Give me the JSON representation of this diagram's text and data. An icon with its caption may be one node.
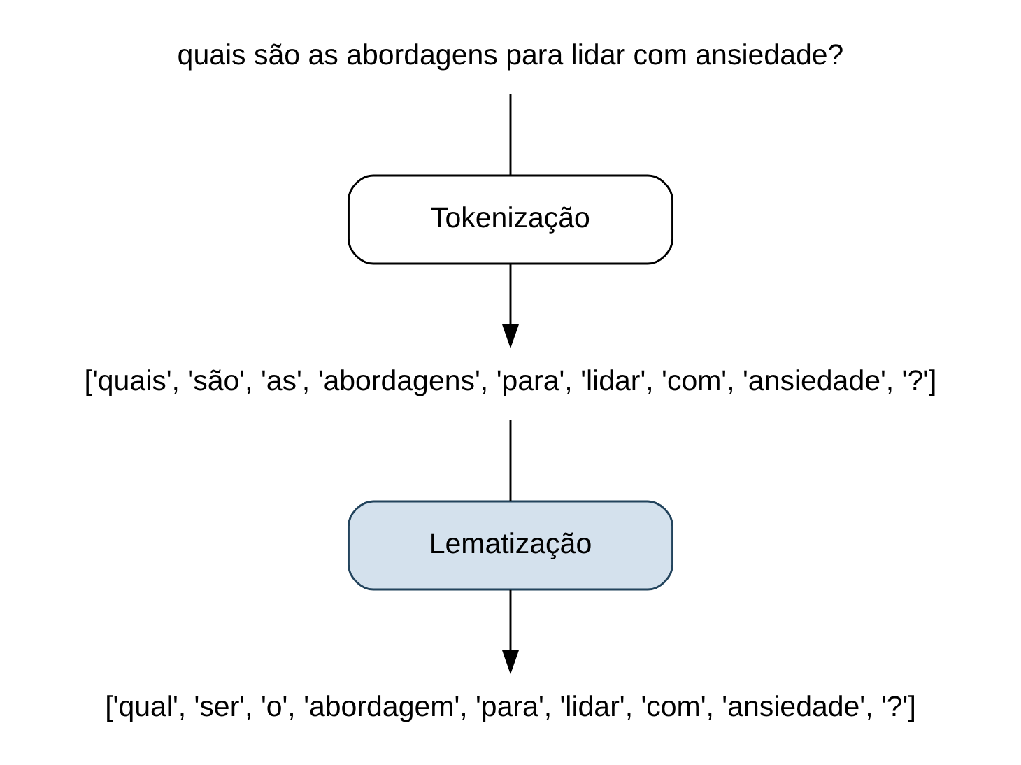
{
  "diagram": {
    "nodes": [
      {
        "text": [
          "quais são as abordagens para lidar com ansiedade?"
        ]
      },
      {
        "text": [
          "Tokenização"
        ]
      },
      {
        "text": [
          "['quais', 'são', 'as', 'abordagens', 'para', 'lidar', 'com', 'ansiedade', '?']"
        ]
      },
      {
        "text": [
          "Lematização"
        ]
      },
      {
        "text": [
          "['qual', 'ser', 'o', 'abordagem', 'para', 'lidar', 'com', 'ansiedade', '?']"
        ]
      }
    ],
    "edges": [
      {
        "from": 0,
        "to": 1,
        "arrow": "none"
      },
      {
        "from": 1,
        "to": 2,
        "arrow": "to"
      },
      {
        "from": 2,
        "to": 3,
        "arrow": "none"
      },
      {
        "from": 3,
        "to": 4,
        "arrow": "to"
      }
    ]
  }
}
